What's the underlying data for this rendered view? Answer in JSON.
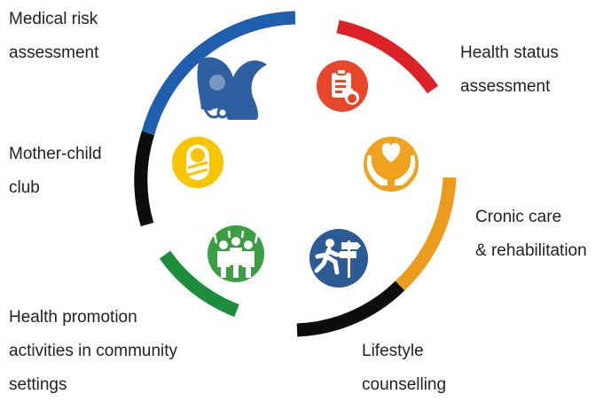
{
  "colors": {
    "blue": "#1f5fae",
    "red": "#dd2227",
    "black": "#0d0d0d",
    "orange": "#ec9b1c",
    "green": "#1d8c3b",
    "yellow": "#f8c500",
    "icon_blue": "#2e5fa0",
    "icon_red": "#e8462b",
    "icon_green": "#3a9e43",
    "icon_orange": "#efa21d",
    "icon_navy": "#2a5b94"
  },
  "services": [
    {
      "id": "medical-risk",
      "lines": [
        "Medical risk",
        "assessment"
      ],
      "icon": "family-silhouette-icon",
      "color": "blue"
    },
    {
      "id": "health-status",
      "lines": [
        "Health status",
        "assessment"
      ],
      "icon": "clipboard-apple-icon",
      "color": "red"
    },
    {
      "id": "mother-child",
      "lines": [
        "Mother-child",
        "club"
      ],
      "icon": "swaddled-baby-icon",
      "color": "yellow"
    },
    {
      "id": "cronic-care",
      "lines": [
        "Cronic care",
        "& rehabilitation"
      ],
      "icon": "heart-hands-icon",
      "color": "orange"
    },
    {
      "id": "health-promotion",
      "lines": [
        "Health promotion",
        "activities in community",
        "settings"
      ],
      "icon": "group-activity-icon",
      "color": "green"
    },
    {
      "id": "lifestyle",
      "lines": [
        "Lifestyle",
        "counselling"
      ],
      "icon": "walking-signpost-icon",
      "color": "navy"
    }
  ]
}
